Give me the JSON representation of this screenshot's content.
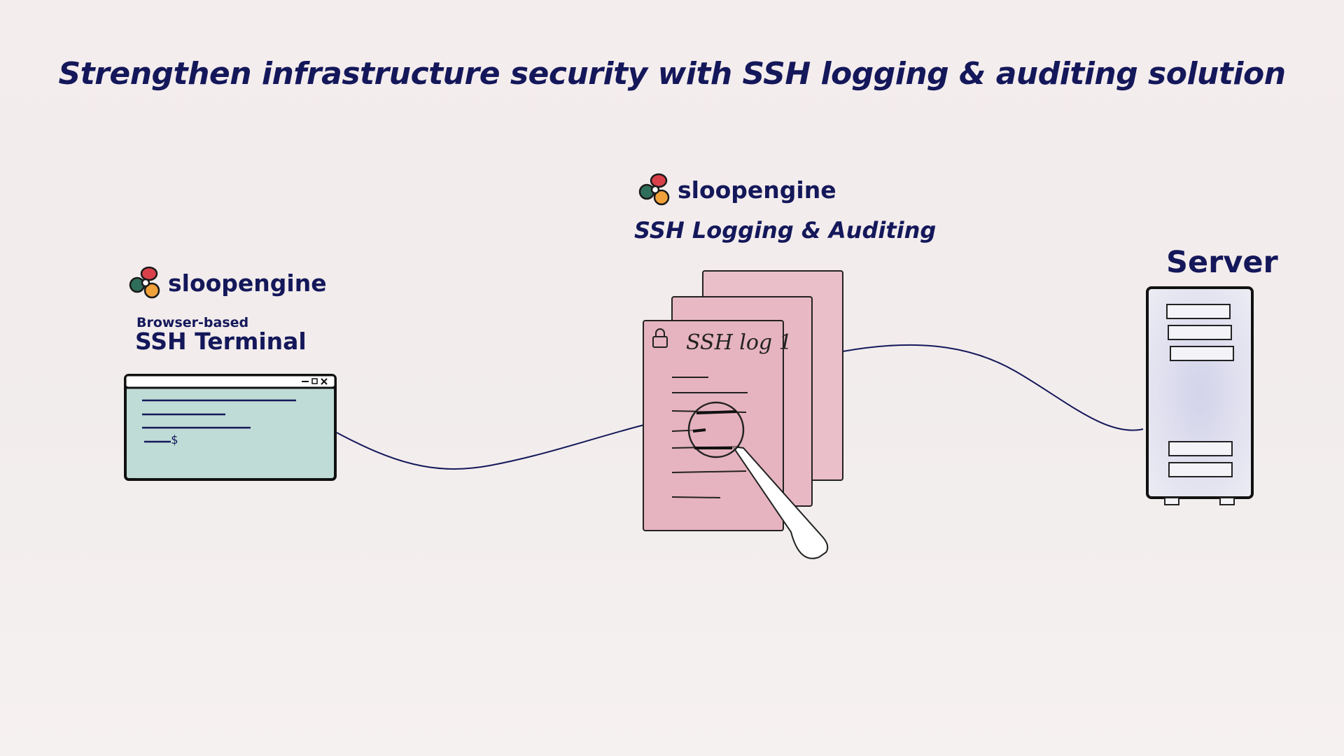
{
  "title": "Strengthen infrastructure security with SSH logging & auditing solution",
  "terminal": {
    "brand": "sloopengine",
    "subtitle": "Browser-based",
    "label": "SSH Terminal",
    "prompt": "$"
  },
  "logging": {
    "brand": "sloopengine",
    "label": "SSH Logging & Auditing",
    "log_title": "SSH log 1"
  },
  "server": {
    "label": "Server"
  },
  "colors": {
    "ink": "#14185a",
    "terminal_screen": "#bfdcd6",
    "log_pages": "#e9bcc7",
    "server_body": "#e3e3ef",
    "logo_red": "#d9404a",
    "logo_green": "#2f6e5a",
    "logo_orange": "#f0a13a"
  }
}
